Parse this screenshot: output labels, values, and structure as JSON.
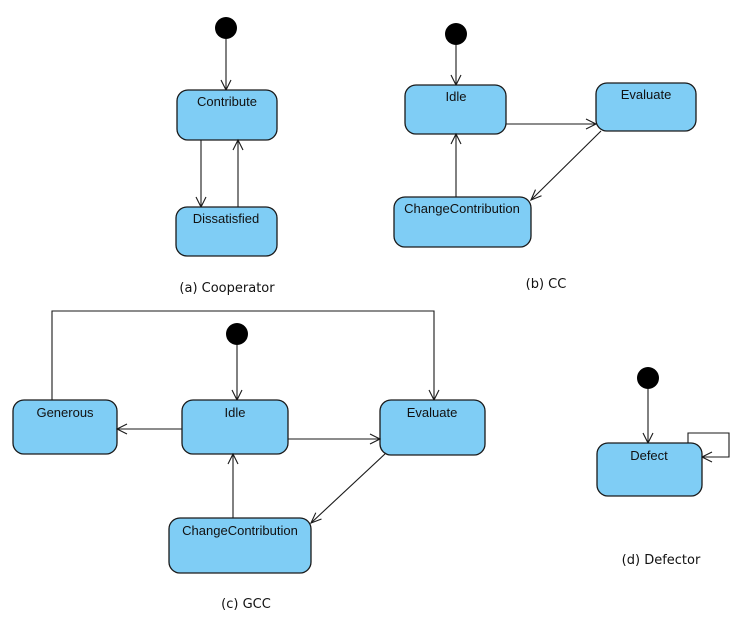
{
  "panels": {
    "a": {
      "caption": "(a) Cooperator",
      "states": {
        "contribute": "Contribute",
        "dissatisfied": "Dissatisfied"
      }
    },
    "b": {
      "caption": "(b) CC",
      "states": {
        "idle": "Idle",
        "evaluate": "Evaluate",
        "change": "ChangeContribution"
      }
    },
    "c": {
      "caption": "(c) GCC",
      "states": {
        "generous": "Generous",
        "idle": "Idle",
        "evaluate": "Evaluate",
        "change": "ChangeContribution"
      }
    },
    "d": {
      "caption": "(d) Defector",
      "states": {
        "defect": "Defect"
      }
    }
  },
  "transitions": [
    {
      "panel": "a",
      "from": "initial",
      "to": "Contribute"
    },
    {
      "panel": "a",
      "from": "Contribute",
      "to": "Dissatisfied"
    },
    {
      "panel": "a",
      "from": "Dissatisfied",
      "to": "Contribute"
    },
    {
      "panel": "b",
      "from": "initial",
      "to": "Idle"
    },
    {
      "panel": "b",
      "from": "Idle",
      "to": "Evaluate"
    },
    {
      "panel": "b",
      "from": "Evaluate",
      "to": "ChangeContribution"
    },
    {
      "panel": "b",
      "from": "ChangeContribution",
      "to": "Idle"
    },
    {
      "panel": "c",
      "from": "initial",
      "to": "Idle"
    },
    {
      "panel": "c",
      "from": "Idle",
      "to": "Generous"
    },
    {
      "panel": "c",
      "from": "Idle",
      "to": "Evaluate"
    },
    {
      "panel": "c",
      "from": "Evaluate",
      "to": "ChangeContribution"
    },
    {
      "panel": "c",
      "from": "ChangeContribution",
      "to": "Idle"
    },
    {
      "panel": "c",
      "from": "Generous",
      "to": "Evaluate"
    },
    {
      "panel": "d",
      "from": "initial",
      "to": "Defect"
    },
    {
      "panel": "d",
      "from": "Defect",
      "to": "Defect"
    }
  ],
  "colors": {
    "state_fill": "#7fcdf5",
    "stroke": "#1a1a1a",
    "initial": "#000000"
  }
}
